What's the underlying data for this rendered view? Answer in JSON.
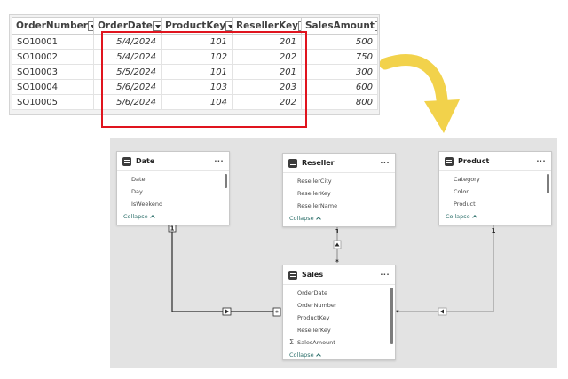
{
  "table": {
    "columns": [
      "OrderNumber",
      "OrderDate",
      "ProductKey",
      "ResellerKey",
      "SalesAmount"
    ],
    "rows": [
      [
        "SO10001",
        "5/4/2024",
        "101",
        "201",
        "500"
      ],
      [
        "SO10002",
        "5/4/2024",
        "102",
        "202",
        "750"
      ],
      [
        "SO10003",
        "5/5/2024",
        "101",
        "201",
        "300"
      ],
      [
        "SO10004",
        "5/6/2024",
        "103",
        "203",
        "600"
      ],
      [
        "SO10005",
        "5/6/2024",
        "104",
        "202",
        "800"
      ]
    ],
    "highlighted_columns": [
      "OrderDate",
      "ProductKey",
      "ResellerKey"
    ],
    "highlight_color": "#e0141e"
  },
  "arrow": {
    "icon": "curved-arrow-icon",
    "color": "#f2d24b"
  },
  "model": {
    "canvas_color": "#e3e3e3",
    "collapse_label": "Collapse",
    "more_label": "···",
    "tables": {
      "date": {
        "title": "Date",
        "fields": [
          "Date",
          "Day",
          "IsWeekend"
        ]
      },
      "reseller": {
        "title": "Reseller",
        "fields": [
          "ResellerCity",
          "ResellerKey",
          "ResellerName"
        ]
      },
      "product": {
        "title": "Product",
        "fields": [
          "Category",
          "Color",
          "Product"
        ]
      },
      "sales": {
        "title": "Sales",
        "fields": [
          "OrderDate",
          "OrderNumber",
          "ProductKey",
          "ResellerKey",
          "SalesAmount"
        ]
      }
    },
    "relationships": {
      "one": "1",
      "many": "*"
    }
  }
}
